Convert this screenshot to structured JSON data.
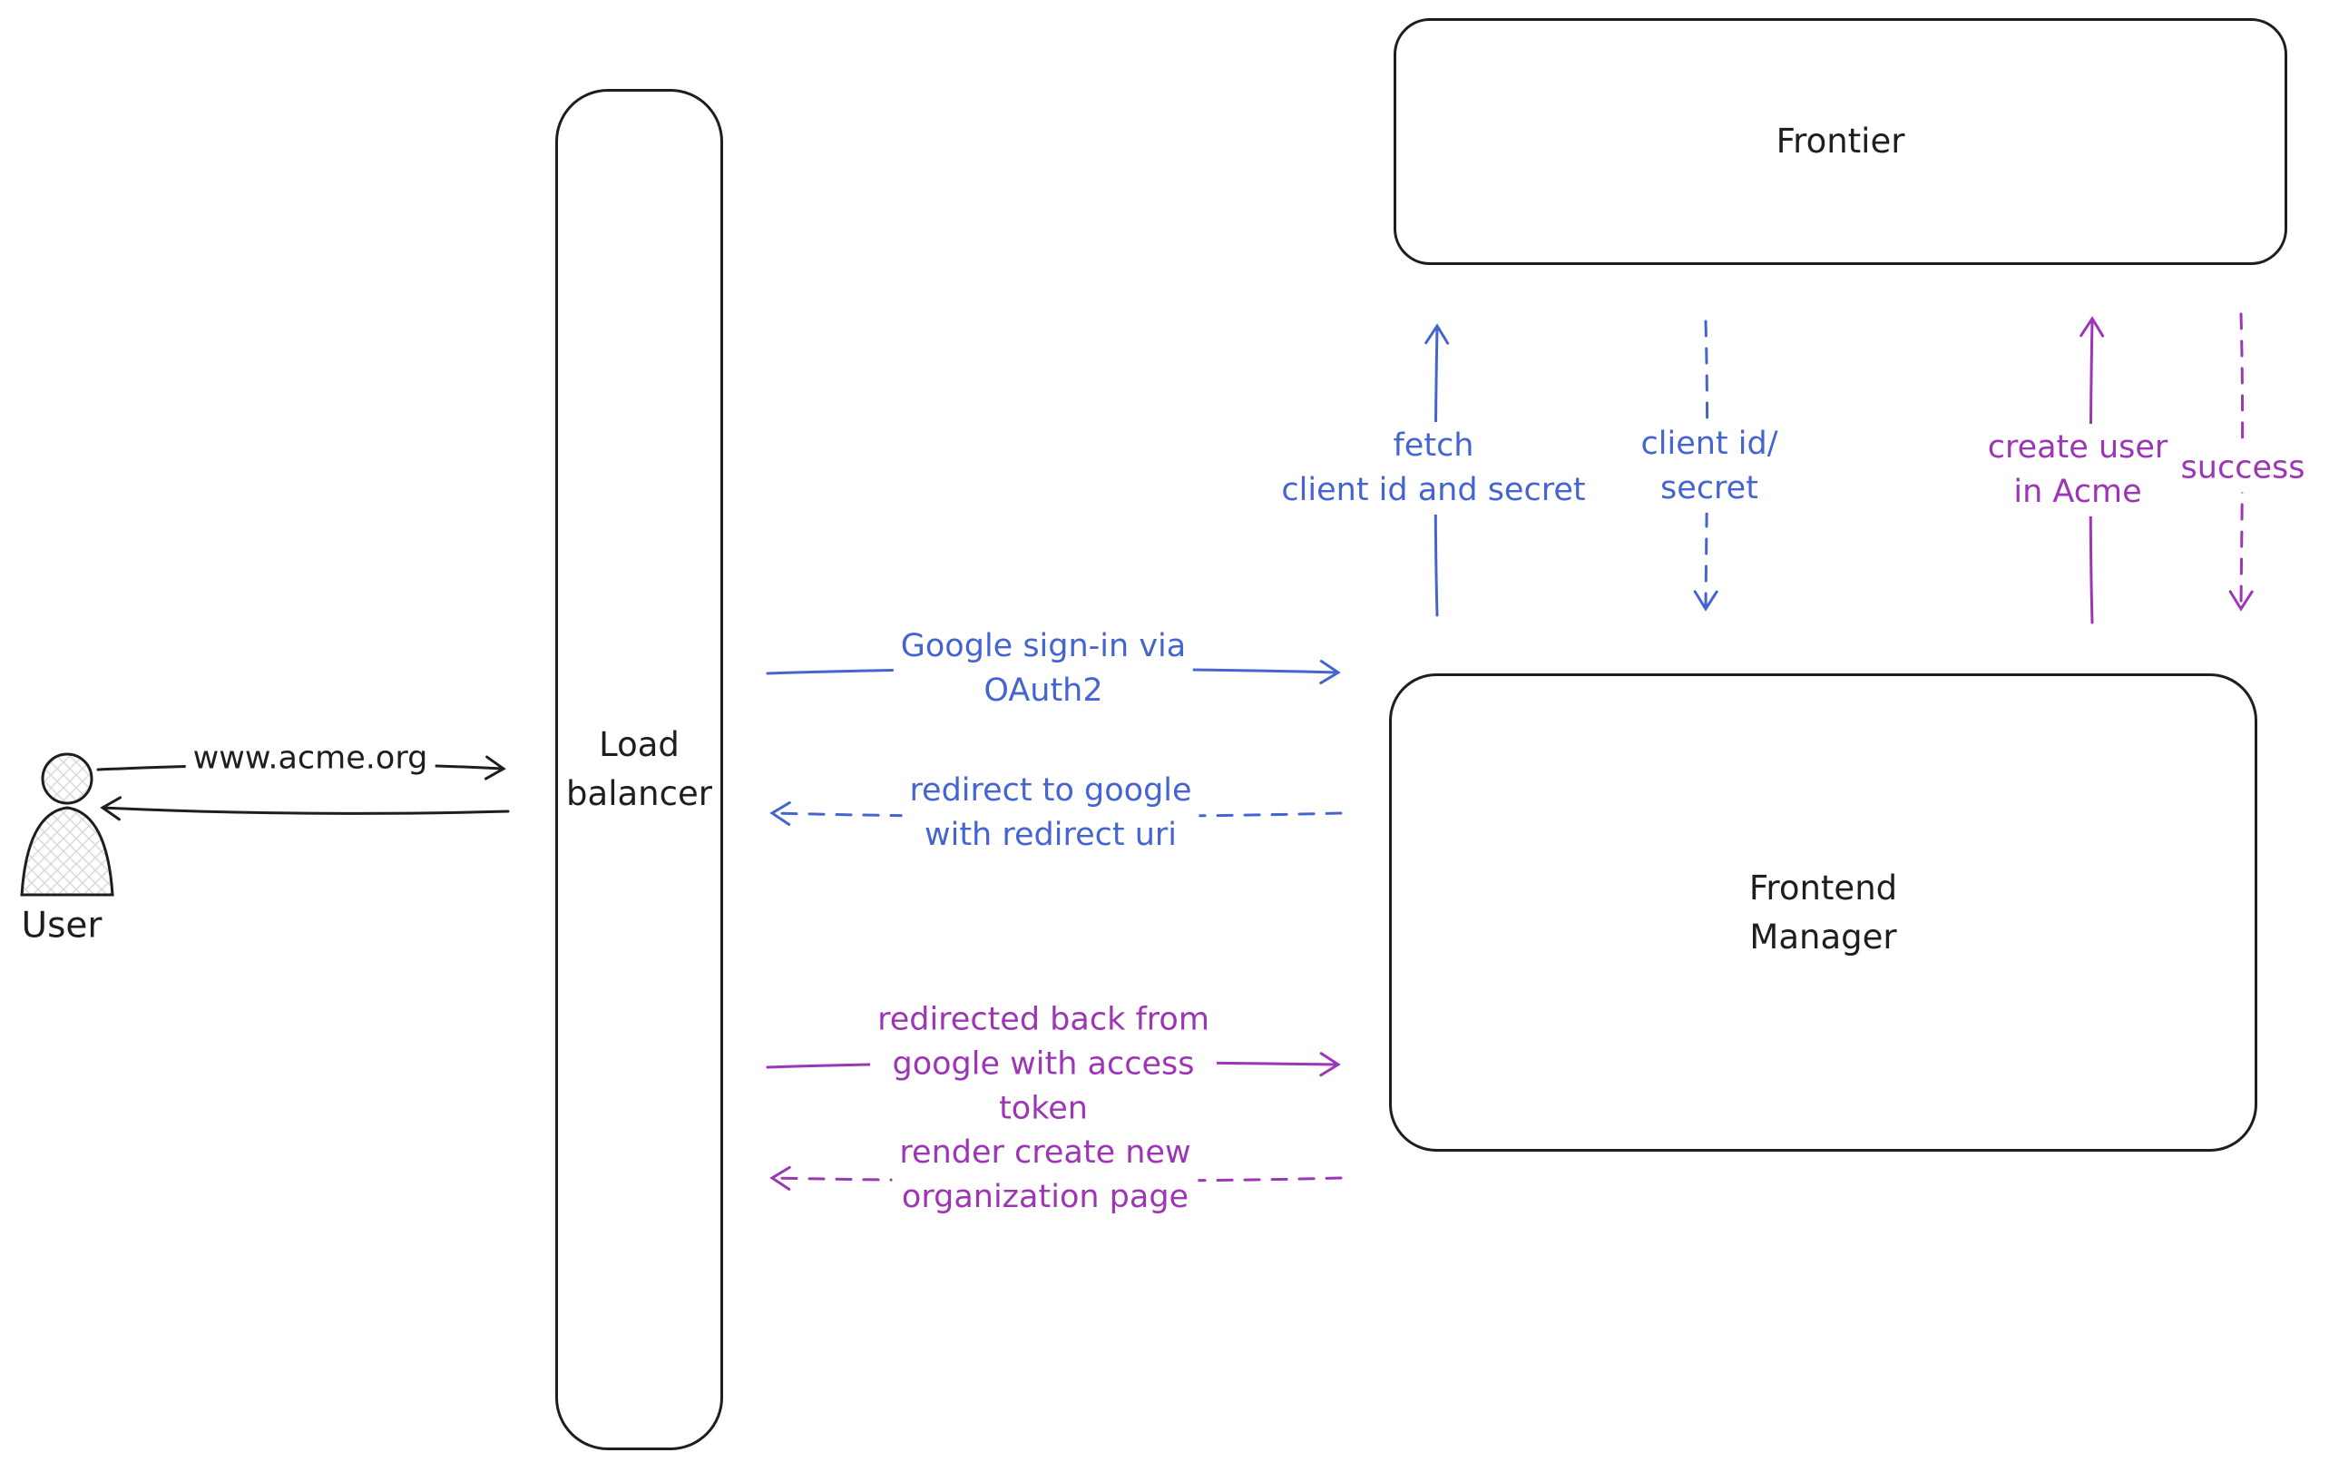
{
  "diagram": {
    "nodes": {
      "user": {
        "label": "User"
      },
      "load_balancer": {
        "label": "Load\nbalancer"
      },
      "frontier": {
        "label": "Frontier"
      },
      "frontend_manager": {
        "label": "Frontend\nManager"
      }
    },
    "messages": {
      "www_acme": {
        "label": "www.acme.org",
        "color": "#1e1e1e",
        "style": "solid",
        "direction": "right"
      },
      "google_signin": {
        "label": "Google sign-in via\nOAuth2",
        "color": "#4664d0",
        "style": "solid",
        "direction": "right"
      },
      "redirect_to_google": {
        "label": "redirect to google\nwith redirect uri",
        "color": "#4664d0",
        "style": "dashed",
        "direction": "left"
      },
      "redirected_back": {
        "label": "redirected back from\ngoogle with access\ntoken",
        "color": "#9c36b5",
        "style": "solid",
        "direction": "right"
      },
      "render_create_org": {
        "label": "render create new\norganization page",
        "color": "#9c36b5",
        "style": "dashed",
        "direction": "left"
      },
      "fetch_client": {
        "label": "fetch\nclient id and secret",
        "color": "#4664d0",
        "style": "solid",
        "direction": "up"
      },
      "client_id_secret": {
        "label": "client id/\nsecret",
        "color": "#4664d0",
        "style": "dashed",
        "direction": "down"
      },
      "create_user": {
        "label": "create user\nin Acme",
        "color": "#9c36b5",
        "style": "solid",
        "direction": "up"
      },
      "success": {
        "label": "success",
        "color": "#9c36b5",
        "style": "dashed",
        "direction": "down"
      }
    },
    "colors": {
      "blue": "#4664d0",
      "purple": "#9c36b5",
      "ink": "#1e1e1e"
    }
  }
}
